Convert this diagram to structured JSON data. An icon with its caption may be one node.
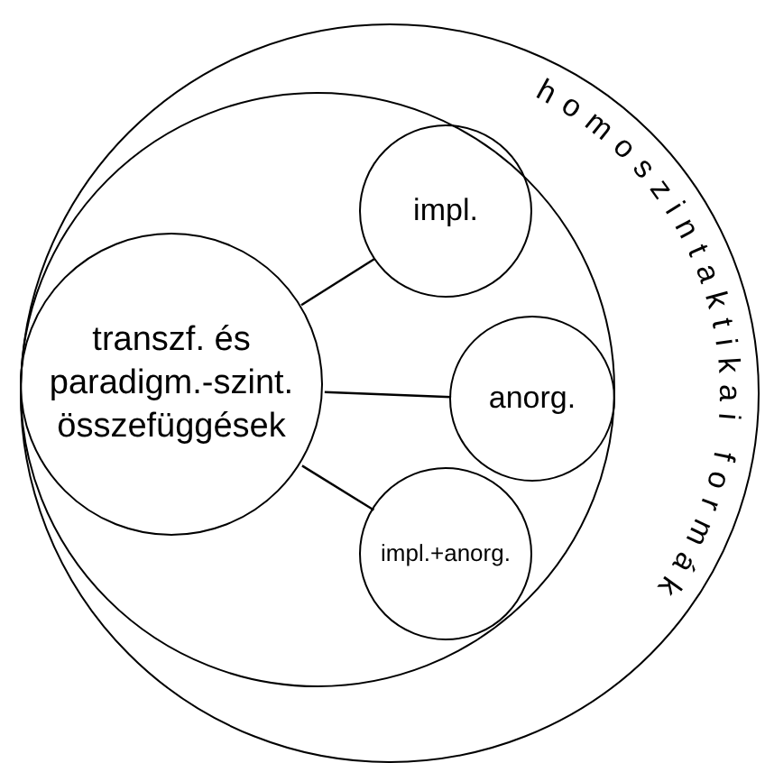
{
  "diagram": {
    "nodes": [
      {
        "text": [
          "homoszintaktikai formák"
        ]
      },
      {
        "text": [],
        "shape": "circle",
        "in": 0
      },
      {
        "text": [
          "transzf. és paradigm.-szint. összefüggések"
        ],
        "in": 1
      },
      {
        "text": [
          "impl."
        ],
        "in": 1
      },
      {
        "text": [
          "anorg."
        ],
        "in": 1
      },
      {
        "text": [
          "impl.+anorg."
        ],
        "in": 1
      }
    ],
    "edges": [
      {
        "from": 2,
        "to": 3,
        "arrow": "none"
      },
      {
        "from": 2,
        "to": 4,
        "arrow": "none"
      },
      {
        "from": 2,
        "to": 5,
        "arrow": "none"
      }
    ]
  }
}
